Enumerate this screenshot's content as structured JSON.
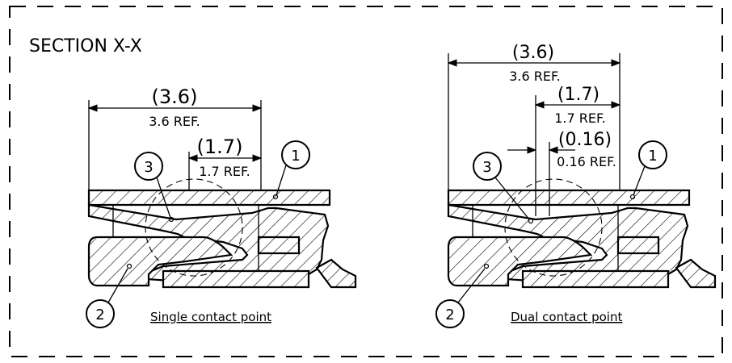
{
  "section_title": "SECTION X-X",
  "left": {
    "dim_outer_main": "(3.6)",
    "dim_outer_ref": "3.6 REF.",
    "dim_inner_main": "(1.7)",
    "dim_inner_ref": "1.7 REF.",
    "callout_1": "1",
    "callout_2": "2",
    "callout_3": "3",
    "caption": "Single contact point"
  },
  "right": {
    "dim_outer_main": "(3.6)",
    "dim_outer_ref": "3.6 REF.",
    "dim_inner_main": "(1.7)",
    "dim_inner_ref": "1.7 REF.",
    "dim_small_main": "(0.16)",
    "dim_small_ref": "0.16 REF.",
    "callout_1": "1",
    "callout_2": "2",
    "callout_3": "3",
    "caption": "Dual contact point"
  }
}
